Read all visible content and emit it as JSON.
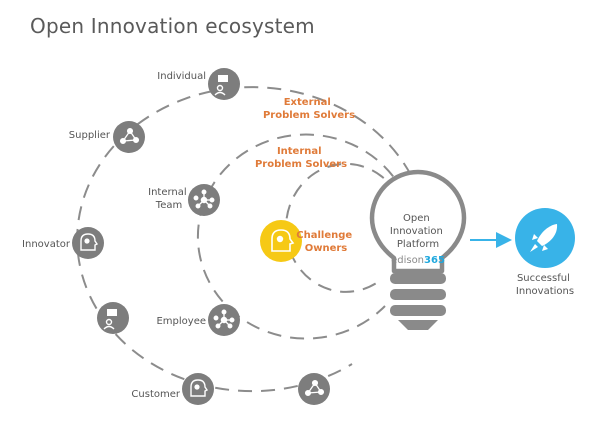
{
  "title": "Open Innovation ecosystem",
  "rings": {
    "external": [
      "External",
      "Problem Solvers"
    ],
    "internal": [
      "Internal",
      "Problem Solvers"
    ],
    "challenge": [
      "Challenge",
      "Owners"
    ]
  },
  "nodes": {
    "individual": "Individual",
    "supplier": "Supplier",
    "internal_team": [
      "Internal",
      "Team"
    ],
    "innovator": "Innovator",
    "employee": "Employee",
    "customer": "Customer"
  },
  "bulb": {
    "lines": [
      "Open",
      "Innovation",
      "Platform"
    ],
    "brand_prefix": "edison",
    "brand_suffix": "365"
  },
  "outcome": [
    "Successful",
    "Innovations"
  ],
  "colors": {
    "node": "#7d7d7d",
    "dash": "#8c8c8c",
    "orange": "#e07b39",
    "yellow": "#f6c915",
    "blue": "#38b3e8"
  },
  "icons": {
    "individual": "person-flag-icon",
    "supplier": "network-icon",
    "internal_team": "network-icon",
    "innovator": "head-gear-icon",
    "employee": "network-icon",
    "customer": "head-gear-icon",
    "challenge": "head-gear-icon",
    "outcome": "rocket-icon"
  }
}
